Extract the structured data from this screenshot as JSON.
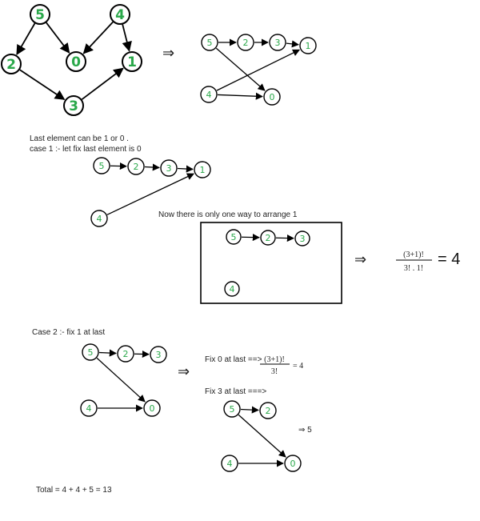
{
  "colors": {
    "node_label": "#2aa84a",
    "stroke": "#000000",
    "text": "#222222"
  },
  "notes": {
    "last_element": "Last element can be 1 or 0 .",
    "case1": "case 1 :- let fix last element is 0",
    "one_way": "Now there is only one way to arrange 1",
    "case2": "Case 2 :- fix 1 at last",
    "fix0": "Fix 0 at last ==>",
    "fix3": "Fix 3 at last ===>",
    "total": "Total = 4 + 4 + 5 = 13"
  },
  "math": {
    "case1_numerator": "(3+1)!",
    "case1_denominator": "3! . 1!",
    "case1_result": "= 4",
    "fix0_numerator": "(3+1)!",
    "fix0_denominator": "3!",
    "fix0_result": "= 4",
    "fix3_result": "⇒ 5"
  },
  "implies_symbol": "⇒",
  "graphs": {
    "main": {
      "nodes": [
        {
          "id": "5",
          "label": "5"
        },
        {
          "id": "4",
          "label": "4"
        },
        {
          "id": "2",
          "label": "2"
        },
        {
          "id": "0",
          "label": "0"
        },
        {
          "id": "1",
          "label": "1"
        },
        {
          "id": "3",
          "label": "3"
        }
      ],
      "edges": [
        [
          "5",
          "2"
        ],
        [
          "5",
          "0"
        ],
        [
          "4",
          "0"
        ],
        [
          "4",
          "1"
        ],
        [
          "2",
          "3"
        ],
        [
          "3",
          "1"
        ]
      ]
    },
    "chain": {
      "nodes": [
        {
          "id": "5",
          "label": "5"
        },
        {
          "id": "2",
          "label": "2"
        },
        {
          "id": "3",
          "label": "3"
        },
        {
          "id": "1",
          "label": "1"
        },
        {
          "id": "4",
          "label": "4"
        },
        {
          "id": "0",
          "label": "0"
        }
      ],
      "edges": [
        [
          "5",
          "2"
        ],
        [
          "2",
          "3"
        ],
        [
          "3",
          "1"
        ],
        [
          "5",
          "0"
        ],
        [
          "4",
          "1"
        ],
        [
          "4",
          "0"
        ]
      ]
    },
    "case1": {
      "nodes": [
        {
          "id": "5",
          "label": "5"
        },
        {
          "id": "2",
          "label": "2"
        },
        {
          "id": "3",
          "label": "3"
        },
        {
          "id": "1",
          "label": "1"
        },
        {
          "id": "4",
          "label": "4"
        }
      ],
      "edges": [
        [
          "5",
          "2"
        ],
        [
          "2",
          "3"
        ],
        [
          "3",
          "1"
        ],
        [
          "4",
          "1"
        ]
      ]
    },
    "case1_box": {
      "nodes": [
        {
          "id": "5",
          "label": "5"
        },
        {
          "id": "2",
          "label": "2"
        },
        {
          "id": "3",
          "label": "3"
        },
        {
          "id": "4",
          "label": "4"
        }
      ],
      "edges": [
        [
          "5",
          "2"
        ],
        [
          "2",
          "3"
        ]
      ]
    },
    "case2": {
      "nodes": [
        {
          "id": "5",
          "label": "5"
        },
        {
          "id": "2",
          "label": "2"
        },
        {
          "id": "3",
          "label": "3"
        },
        {
          "id": "4",
          "label": "4"
        },
        {
          "id": "0",
          "label": "0"
        }
      ],
      "edges": [
        [
          "5",
          "2"
        ],
        [
          "2",
          "3"
        ],
        [
          "5",
          "0"
        ],
        [
          "4",
          "0"
        ]
      ]
    },
    "fix3": {
      "nodes": [
        {
          "id": "5",
          "label": "5"
        },
        {
          "id": "2",
          "label": "2"
        },
        {
          "id": "4",
          "label": "4"
        },
        {
          "id": "0",
          "label": "0"
        }
      ],
      "edges": [
        [
          "5",
          "2"
        ],
        [
          "5",
          "0"
        ],
        [
          "4",
          "0"
        ]
      ]
    }
  }
}
